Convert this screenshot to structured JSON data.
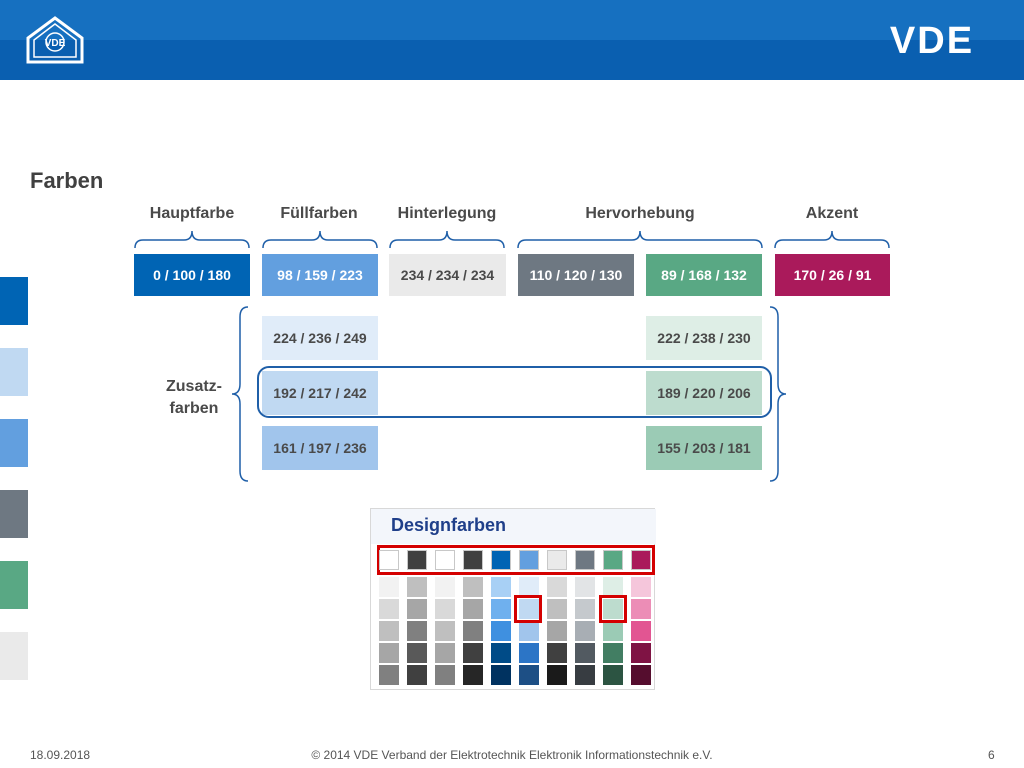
{
  "header": {
    "logo_left_text": "VDE",
    "logo_right_text": "VDE",
    "colors": {
      "primary": "#0a5fb0",
      "band": "#1670c0"
    }
  },
  "title": "Farben",
  "groups": {
    "hauptfarbe": "Hauptfarbe",
    "fuellfarben": "Füllfarben",
    "hinterlegung": "Hinterlegung",
    "hervorhebung": "Hervorhebung",
    "akzent": "Akzent"
  },
  "main_swatches": {
    "hauptfarbe": {
      "label": "0 / 100 / 180",
      "color": "#0064b4",
      "text_color": "#ffffff"
    },
    "fuellfarbe": {
      "label": "98 / 159 / 223",
      "color": "#629fdf",
      "text_color": "#ffffff"
    },
    "hinterlegung": {
      "label": "234 / 234 / 234",
      "color": "#eaeaea",
      "text_color": "#4a4a4a"
    },
    "hervorhebung_grau": {
      "label": "110 / 120 / 130",
      "color": "#6e7882",
      "text_color": "#ffffff"
    },
    "hervorhebung_gruen": {
      "label": "89 / 168 / 132",
      "color": "#59a884",
      "text_color": "#ffffff"
    },
    "akzent": {
      "label": "170 / 26 / 91",
      "color": "#aa1a5b",
      "text_color": "#ffffff"
    }
  },
  "zusatz_label": "Zusatz-farben",
  "zusatz_blue": [
    {
      "label": "224 / 236 / 249",
      "color": "#e0ecf9"
    },
    {
      "label": "192 / 217 / 242",
      "color": "#c0d9f2"
    },
    {
      "label": "161 / 197 / 236",
      "color": "#a1c5ec"
    }
  ],
  "zusatz_green": [
    {
      "label": "222 / 238 / 230",
      "color": "#deeee6"
    },
    {
      "label": "189 / 220 / 206",
      "color": "#bddcce"
    },
    {
      "label": "155 / 203 / 181",
      "color": "#9bcbb5"
    }
  ],
  "side_swatches": [
    "#0064b4",
    "#c0d9f2",
    "#629fdf",
    "#6e7882",
    "#59a884",
    "#eaeaea"
  ],
  "palette": {
    "title": "Designfarben",
    "top_row": [
      "#ffffff",
      "#404040",
      "#ffffff",
      "#404040",
      "#0064b4",
      "#629fdf",
      "#eaeaea",
      "#6e7882",
      "#59a884",
      "#aa1a5b"
    ],
    "columns": [
      [
        "#f2f2f2",
        "#d9d9d9",
        "#bfbfbf",
        "#a6a6a6",
        "#808080"
      ],
      [
        "#bfbfbf",
        "#a6a6a6",
        "#808080",
        "#595959",
        "#404040"
      ],
      [
        "#f2f2f2",
        "#d9d9d9",
        "#bfbfbf",
        "#a6a6a6",
        "#808080"
      ],
      [
        "#bfbfbf",
        "#a6a6a6",
        "#808080",
        "#404040",
        "#262626"
      ],
      [
        "#a8d0f5",
        "#6fb0ee",
        "#3f90e0",
        "#004b87",
        "#003260"
      ],
      [
        "#e0ecf9",
        "#c0d9f2",
        "#a1c5ec",
        "#2c75c6",
        "#1d4f85"
      ],
      [
        "#d9d9d9",
        "#bfbfbf",
        "#a6a6a6",
        "#404040",
        "#1a1a1a"
      ],
      [
        "#e2e4e6",
        "#c5c9cd",
        "#a8aeb4",
        "#525a61",
        "#373c41"
      ],
      [
        "#deeee6",
        "#bddcce",
        "#9bcbb5",
        "#427e63",
        "#2c5442"
      ],
      [
        "#f5c6db",
        "#ec8db6",
        "#e25592",
        "#7f1344",
        "#550d2e"
      ]
    ]
  },
  "footer": {
    "date": "18.09.2018",
    "copyright": "© 2014 VDE Verband der Elektrotechnik Elektronik Informationstechnik e.V.",
    "page": "6"
  }
}
